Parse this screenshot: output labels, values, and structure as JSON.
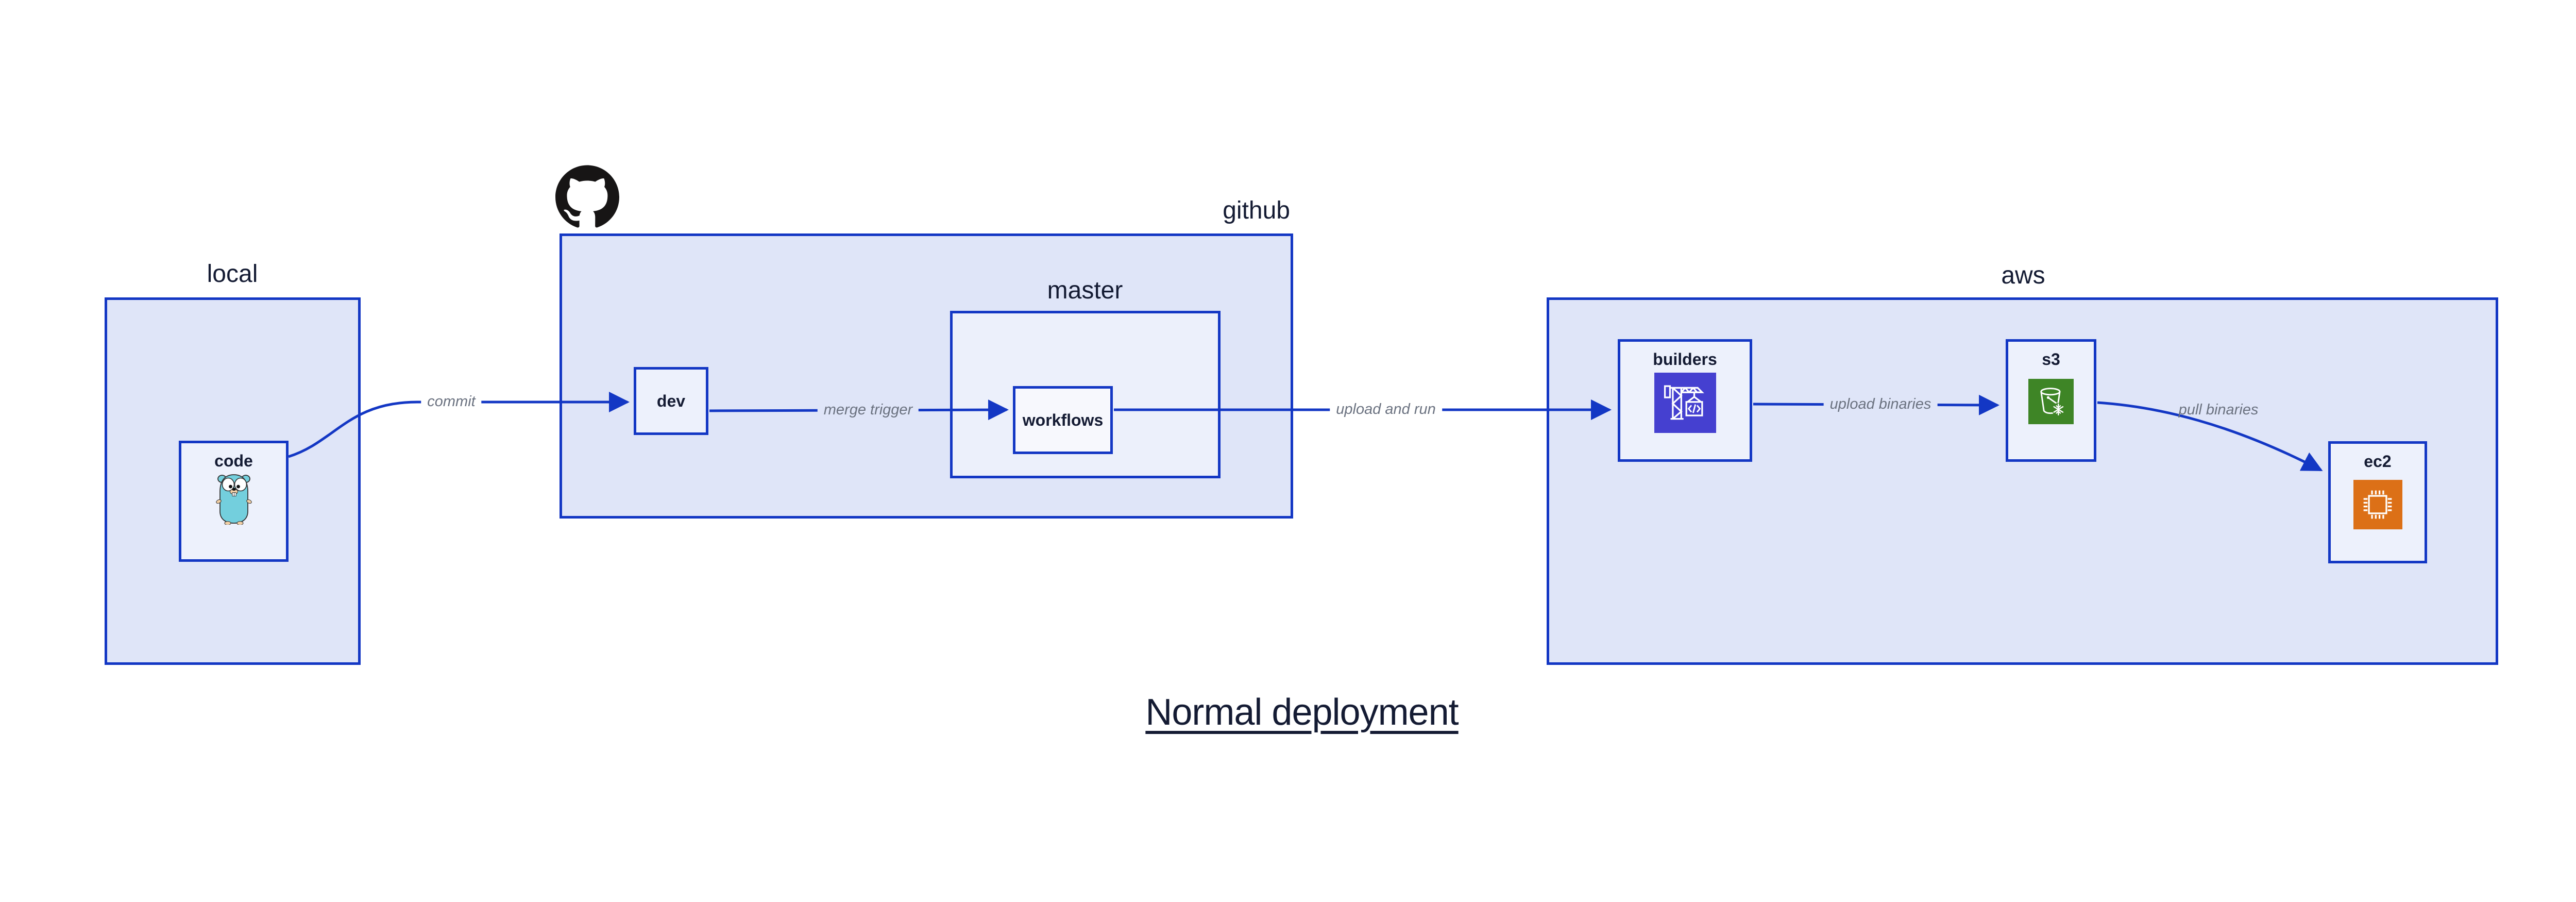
{
  "title": "Normal deployment",
  "regions": {
    "local": {
      "label": "local"
    },
    "github": {
      "label": "github"
    },
    "master": {
      "label": "master"
    },
    "aws": {
      "label": "aws"
    }
  },
  "nodes": {
    "code": {
      "label": "code",
      "icon": "go-gopher-icon"
    },
    "dev": {
      "label": "dev"
    },
    "workflows": {
      "label": "workflows"
    },
    "builders": {
      "label": "builders",
      "icon": "aws-codebuild-icon"
    },
    "s3": {
      "label": "s3",
      "icon": "aws-s3-bucket-icon"
    },
    "ec2": {
      "label": "ec2",
      "icon": "aws-ec2-chip-icon"
    }
  },
  "edges": [
    {
      "id": "code-to-dev",
      "label": "commit"
    },
    {
      "id": "dev-to-workflows",
      "label": "merge trigger"
    },
    {
      "id": "workflows-to-builders",
      "label": "upload and run"
    },
    {
      "id": "builders-to-s3",
      "label": "upload binaries"
    },
    {
      "id": "s3-to-ec2",
      "label": "pull binaries"
    }
  ],
  "colors": {
    "edge_blue": "#1337c4",
    "container_fill": "#dfe5f8",
    "master_fill": "#ecf0fb",
    "node_fill": "#edf1fc",
    "workflows_fill": "#f7f8fd",
    "dark_text": "#141b33",
    "edge_label_gray": "#6b7280",
    "codebuild_purple": "#4540d0",
    "s3_green": "#3e8526",
    "ec2_orange": "#dc7017",
    "gopher_teal": "#73cfdd",
    "github_black": "#171515",
    "background": "#ffffff"
  }
}
